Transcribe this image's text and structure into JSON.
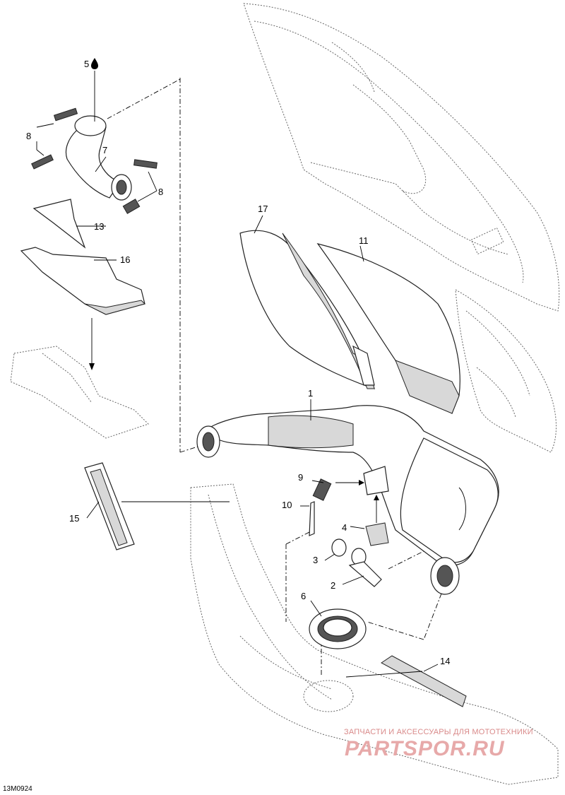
{
  "diagram": {
    "reference_code": "13M0924",
    "callouts": {
      "c1": "1",
      "c2": "2",
      "c3": "3",
      "c4": "4",
      "c5": "5",
      "c6": "6",
      "c7": "7",
      "c8a": "8",
      "c8b": "8",
      "c9": "9",
      "c10": "10",
      "c11": "11",
      "c13": "13",
      "c14": "14",
      "c15": "15",
      "c16": "16",
      "c17": "17"
    },
    "icons": {
      "drop": "oil-drop-icon"
    }
  },
  "watermark": {
    "tagline": "ЗАПЧАСТИ И АКСЕССУАРЫ ДЛЯ МОТОТЕХНИКИ",
    "brand": "PARTSPOR.RU",
    "color": "#e7a9a9"
  }
}
